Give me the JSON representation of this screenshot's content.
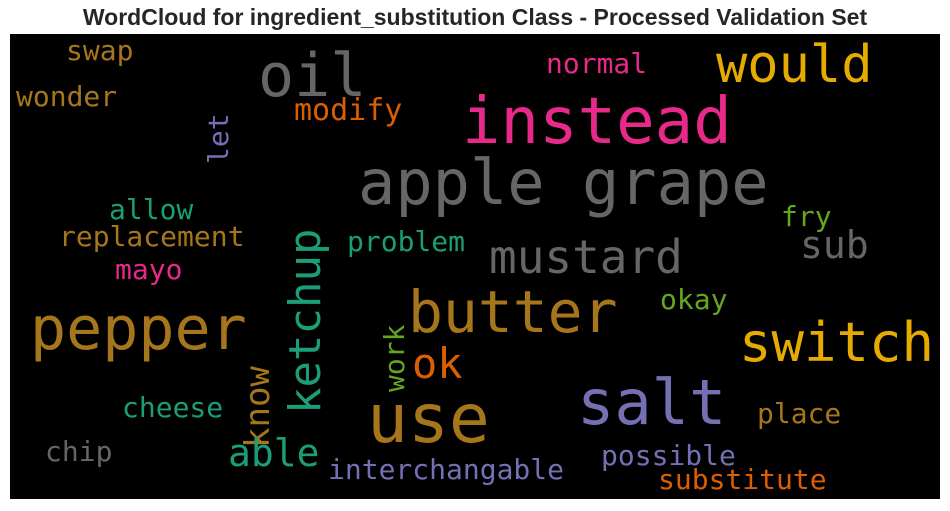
{
  "title": "WordCloud for ingredient_substitution Class - Processed Validation Set",
  "chart_data": {
    "type": "wordcloud",
    "title": "WordCloud for ingredient_substitution Class - Processed Validation Set",
    "background": "#000000",
    "words": [
      {
        "text": "apple grape",
        "color": "#666666"
      },
      {
        "text": "instead",
        "color": "#e7298a"
      },
      {
        "text": "use",
        "color": "#a6761d"
      },
      {
        "text": "salt",
        "color": "#7570b3"
      },
      {
        "text": "butter",
        "color": "#a6761d"
      },
      {
        "text": "oil",
        "color": "#666666"
      },
      {
        "text": "pepper",
        "color": "#a6761d"
      },
      {
        "text": "switch",
        "color": "#e6ab02"
      },
      {
        "text": "would",
        "color": "#e6ab02"
      },
      {
        "text": "mustard",
        "color": "#666666"
      },
      {
        "text": "ketchup",
        "color": "#1b9e77"
      },
      {
        "text": "ok",
        "color": "#d95f02"
      },
      {
        "text": "know",
        "color": "#a6761d"
      },
      {
        "text": "sub",
        "color": "#666666"
      },
      {
        "text": "able",
        "color": "#1b9e77"
      },
      {
        "text": "modify",
        "color": "#d95f02"
      },
      {
        "text": "normal",
        "color": "#e7298a"
      },
      {
        "text": "replacement",
        "color": "#a6761d"
      },
      {
        "text": "allow",
        "color": "#1b9e77"
      },
      {
        "text": "problem",
        "color": "#1b9e77"
      },
      {
        "text": "mayo",
        "color": "#e7298a"
      },
      {
        "text": "swap",
        "color": "#a6761d"
      },
      {
        "text": "wonder",
        "color": "#a6761d"
      },
      {
        "text": "let",
        "color": "#7570b3"
      },
      {
        "text": "fry",
        "color": "#66a61e"
      },
      {
        "text": "okay",
        "color": "#66a61e"
      },
      {
        "text": "work",
        "color": "#66a61e"
      },
      {
        "text": "cheese",
        "color": "#1b9e77"
      },
      {
        "text": "chip",
        "color": "#666666"
      },
      {
        "text": "place",
        "color": "#a6761d"
      },
      {
        "text": "possible",
        "color": "#7570b3"
      },
      {
        "text": "interchangable",
        "color": "#7570b3"
      },
      {
        "text": "substitute",
        "color": "#d95f02"
      }
    ]
  }
}
